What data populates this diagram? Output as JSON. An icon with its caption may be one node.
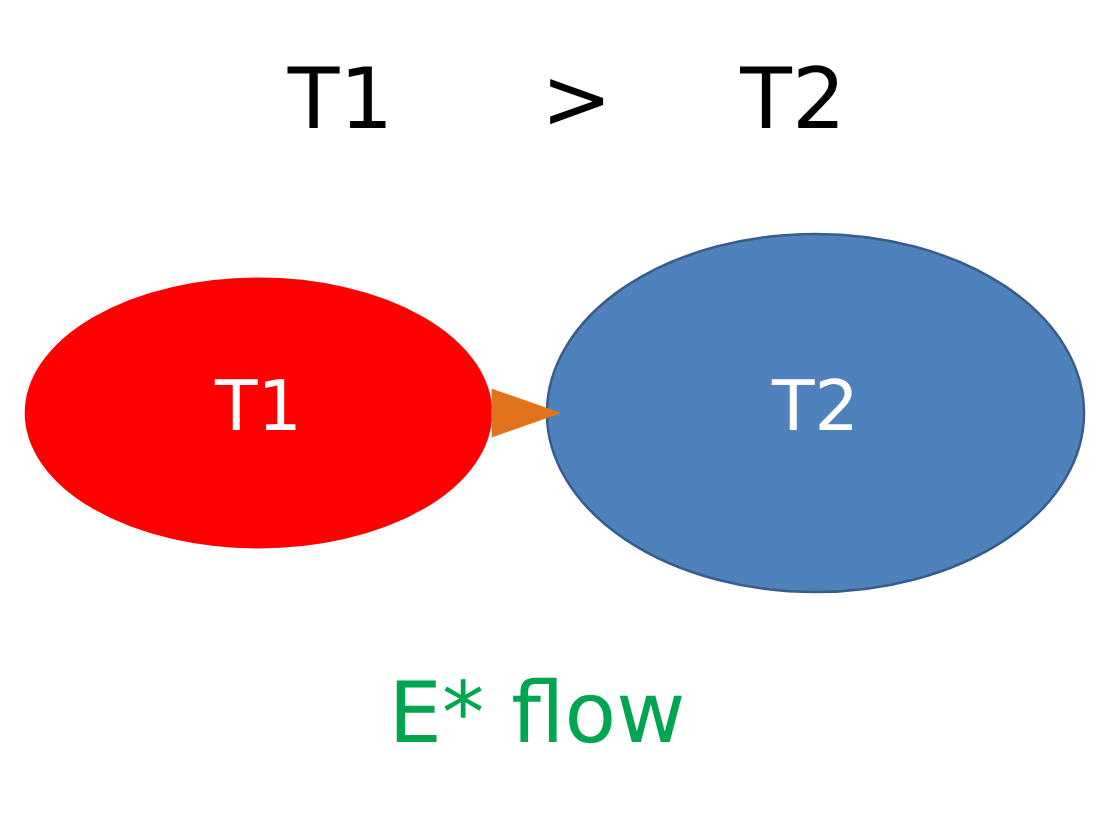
{
  "diagram": {
    "nodes": [
      {
        "text": [
          "T1"
        ]
      },
      {
        "text": [
          "T2"
        ]
      }
    ],
    "edges": [
      {
        "from": 0,
        "to": 1,
        "arrow": "to",
        "color": "#e0731c"
      }
    ],
    "labels": [
      "T1",
      ">",
      "T2",
      "E* flow"
    ]
  }
}
